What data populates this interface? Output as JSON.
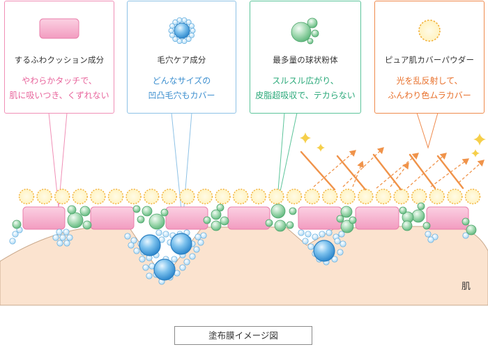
{
  "cards": [
    {
      "name": "するふわクッション成分",
      "desc": "やわらかタッチで、\n肌に吸いつき、くずれない",
      "icon": "pink-cushion-icon"
    },
    {
      "name": "毛穴ケア成分",
      "desc": "どんなサイズの\n凹凸毛穴もカバー",
      "icon": "blue-pore-care-particle-icon"
    },
    {
      "name": "最多量の球状粉体",
      "desc": "スルスル広がり、\n皮脂超吸収で、テカらない",
      "icon": "green-spherical-powder-icon"
    },
    {
      "name": "ピュア肌カバーパウダー",
      "desc": "光を乱反射して、\nふんわり色ムラカバー",
      "icon": "yellow-cover-powder-icon"
    }
  ],
  "skin_label": "肌",
  "caption": "塗布膜イメージ図",
  "colors": {
    "pink_border": "#f08fb6",
    "blue_border": "#8ec2e6",
    "green_border": "#5cc49a",
    "orange_border": "#ef8a4c",
    "skin": "#fbe3cf",
    "light_arrow": "#f0934a"
  }
}
